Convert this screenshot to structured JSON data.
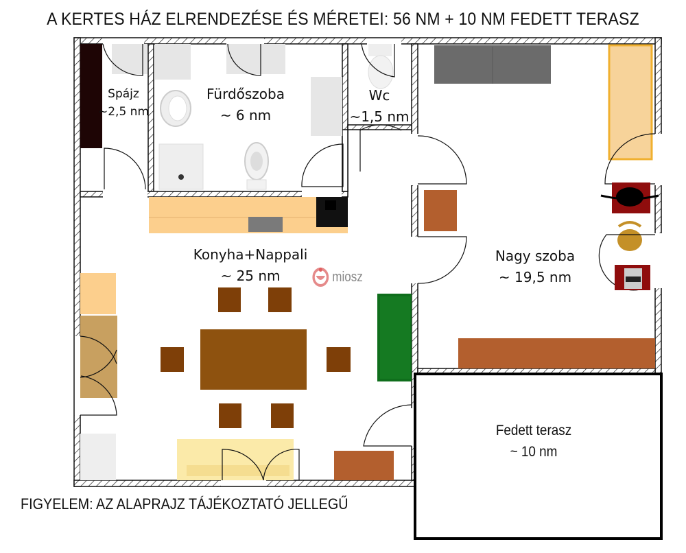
{
  "header": {
    "title": "A KERTES HÁZ ELRENDEZÉSE ÉS MÉRETEI: 56 NM + 10 NM FEDETT TERASZ"
  },
  "footer": {
    "note": "FIGYELEM: AZ ALAPRAJZ TÁJÉKOZTATÓ JELLEGŰ"
  },
  "watermark": {
    "text": "miosz",
    "icon": "miosz-logo-icon"
  },
  "rooms": [
    {
      "id": "spajz",
      "name": "Spájz",
      "area": "~2,5 nm"
    },
    {
      "id": "furdoszoba",
      "name": "Fürdőszoba",
      "area": "~ 6 nm"
    },
    {
      "id": "wc",
      "name": "Wc",
      "area": "~1,5 nm"
    },
    {
      "id": "konyha-nappali",
      "name": "Konyha+Nappali",
      "area": "~ 25 nm"
    },
    {
      "id": "nagy-szoba",
      "name": "Nagy szoba",
      "area": "~ 19,5 nm"
    },
    {
      "id": "fedett-terasz",
      "name": "Fedett terasz",
      "area": "~ 10 nm"
    }
  ],
  "colors": {
    "wall": "#111111",
    "pantry_shelf": "#1e0505",
    "kitchen_counter": "#fccf8d",
    "stove": "#111111",
    "sink": "#7a7a7a",
    "table": "#8e520f",
    "chair": "#7e3f08",
    "sofa_green": "#0f6e1c",
    "sofa_grey": "#6b6b6b",
    "bed": "#f7d39a",
    "bed_frame": "#f0b030",
    "desk": "#b35f2e",
    "nightstand": "#8f0d0d",
    "wardrobe": "#c8a060",
    "armchair": "#c49028",
    "yellow_sofa": "#fbeaa9"
  }
}
